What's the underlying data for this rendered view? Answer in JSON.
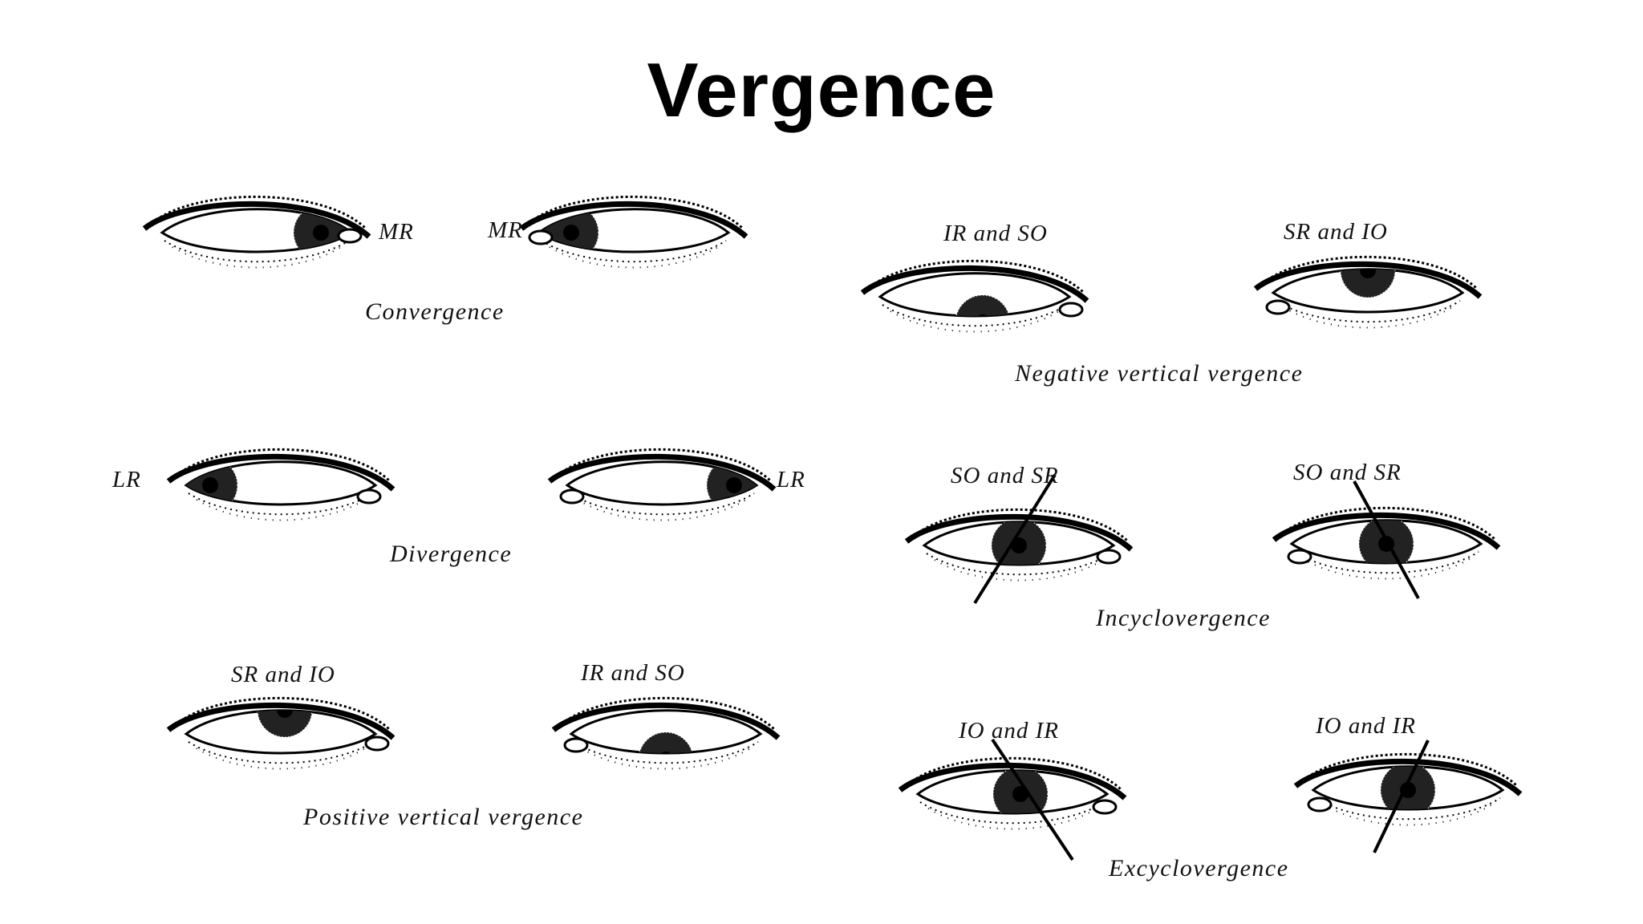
{
  "title": "Vergence",
  "panels": {
    "convergence": {
      "left_label": "MR",
      "right_label": "MR",
      "caption": "Convergence"
    },
    "divergence": {
      "left_label": "LR",
      "right_label": "LR",
      "caption": "Divergence"
    },
    "positive_vertical": {
      "left_label": "SR and IO",
      "right_label": "IR and SO",
      "caption": "Positive vertical vergence"
    },
    "negative_vertical": {
      "left_label": "IR and SO",
      "right_label": "SR and IO",
      "caption": "Negative vertical vergence"
    },
    "incyclovergence": {
      "left_label": "SO and SR",
      "right_label": "SO and SR",
      "caption": "Incyclovergence"
    },
    "excyclovergence": {
      "left_label": "IO and IR",
      "right_label": "IO and IR",
      "caption": "Excyclovergence"
    }
  }
}
